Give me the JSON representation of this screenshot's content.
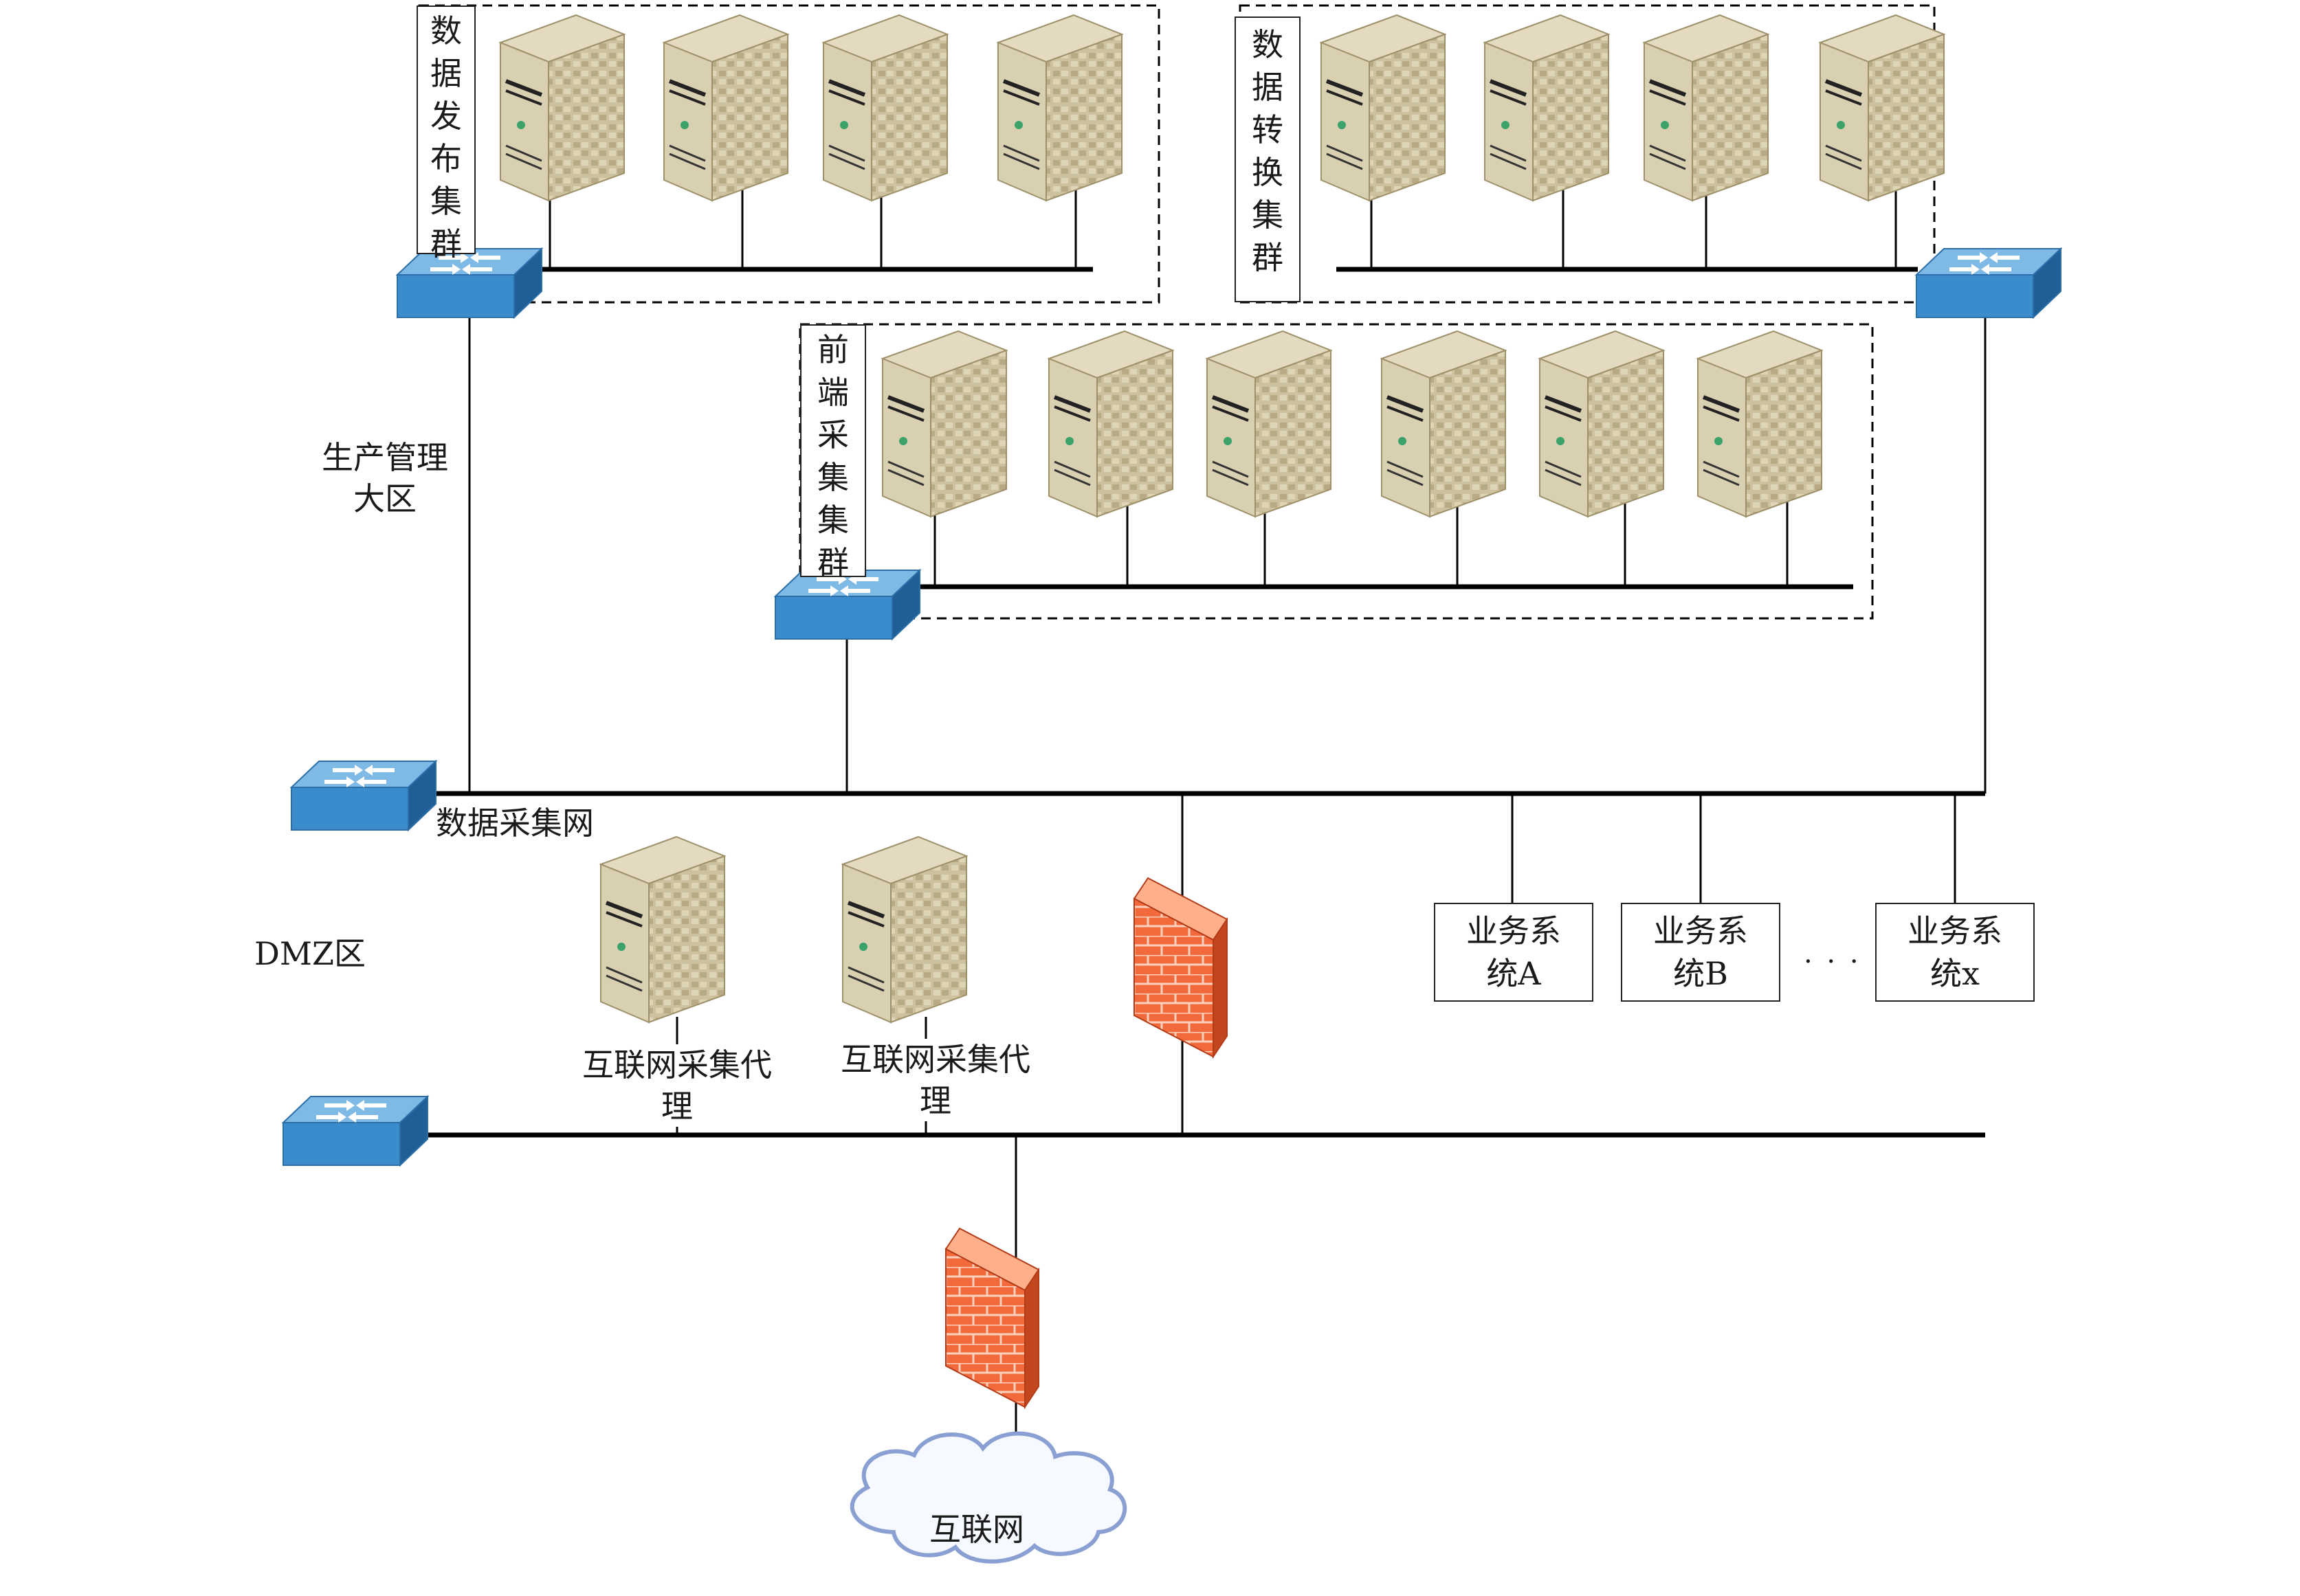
{
  "clusters": {
    "publish": "数据发布集群",
    "convert": "数据转换集群",
    "front": "前端采集集群"
  },
  "zones": {
    "production": "生产管理大区",
    "collection_net": "数据采集网",
    "dmz": "DMZ区"
  },
  "proxies": [
    "互联网采集代理",
    "互联网采集代理"
  ],
  "systems": [
    "业务系统A",
    "业务系统B",
    "业务系统x"
  ],
  "ellipsis": ". . .",
  "internet": "互联网",
  "colors": {
    "switch_top": "#6aaee0",
    "switch_side": "#2f7fc1",
    "server_body": "#cbbf9c",
    "firewall": "#e8542a",
    "line": "#000000"
  }
}
